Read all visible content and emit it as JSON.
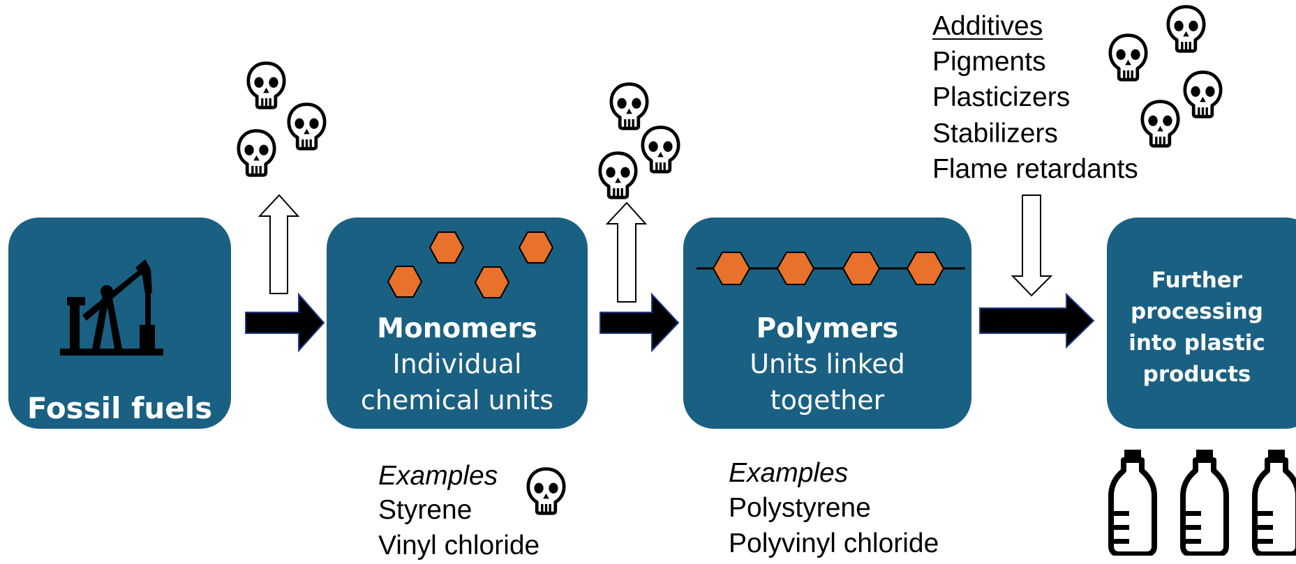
{
  "stages": {
    "fossil": {
      "label": "Fossil fuels"
    },
    "monomers": {
      "title": "Monomers",
      "desc_line1": "Individual",
      "desc_line2": "chemical units"
    },
    "polymers": {
      "title": "Polymers",
      "desc_line1": "Units linked",
      "desc_line2": "together"
    },
    "processing": {
      "line1": "Further",
      "line2": "processing",
      "line3": "into plastic",
      "line4": "products"
    }
  },
  "monomer_examples": {
    "heading": "Examples",
    "items": [
      "Styrene",
      "Vinyl chloride"
    ]
  },
  "polymer_examples": {
    "heading": "Examples",
    "items": [
      "Polystyrene",
      "Polyvinyl chloride"
    ]
  },
  "additives": {
    "heading": "Additives",
    "items": [
      "Pigments",
      "Plasticizers",
      "Stabilizers",
      "Flame retardants"
    ]
  },
  "colors": {
    "box": "#1a6082",
    "hexagon": "#e8712c",
    "arrow": "#000000",
    "text": "#000000"
  },
  "icons": {
    "hazard": "skull-icon",
    "fossil": "oil-pump-icon",
    "product": "bottle-icon"
  }
}
